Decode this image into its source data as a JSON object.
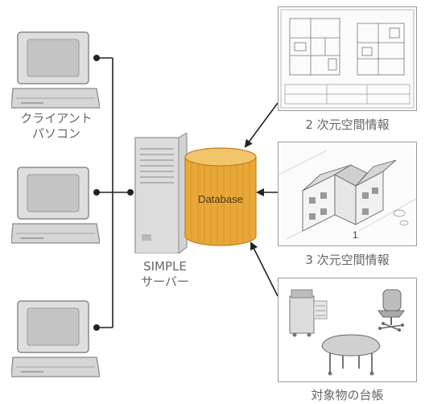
{
  "clients": {
    "label_line1": "クライアント",
    "label_line2": "パソコン"
  },
  "server": {
    "label_line1": "SIMPLE",
    "label_line2": "サーバー"
  },
  "database": {
    "label": "Database"
  },
  "panels": {
    "plan2d": {
      "caption": "2 次元空間情報"
    },
    "model3d": {
      "caption": "3 次元空間情報",
      "sheet_number": "1"
    },
    "assets": {
      "caption": "対象物の台帳"
    }
  },
  "colors": {
    "line": "#222222",
    "db_fill": "#e8a838",
    "db_top": "#f2c46b",
    "device": "#cfcfcf",
    "panel_border": "#9a9a9a"
  }
}
